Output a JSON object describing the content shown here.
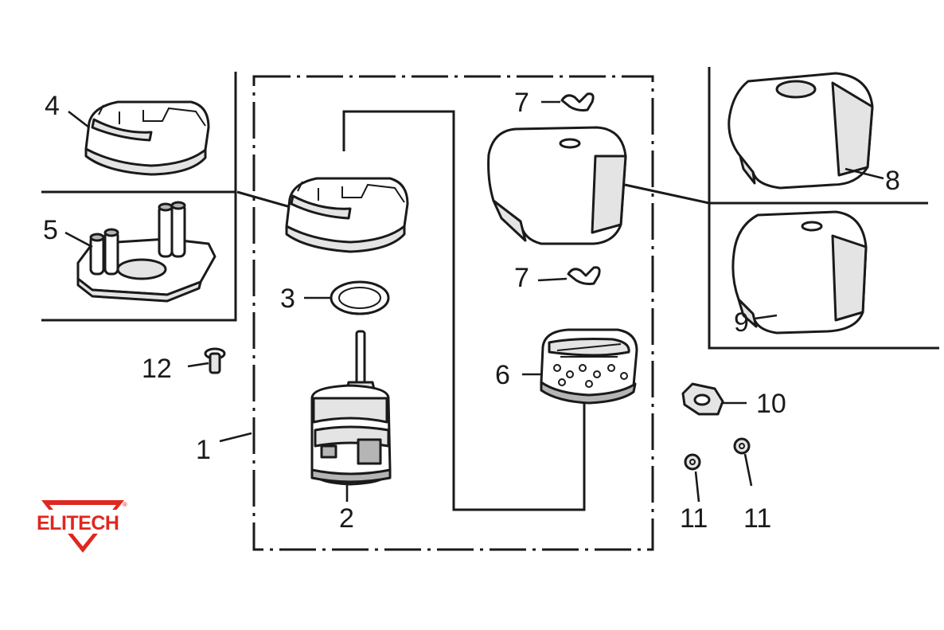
{
  "brand": {
    "logo_text": "ELITECH",
    "logo_color": "#e0271f",
    "logo_trademark": "®"
  },
  "callouts": {
    "c1": "1",
    "c2": "2",
    "c3": "3",
    "c4": "4",
    "c5": "5",
    "c6": "6",
    "c7a": "7",
    "c7b": "7",
    "c8": "8",
    "c9": "9",
    "c10": "10",
    "c11a": "11",
    "c11b": "11",
    "c12": "12"
  }
}
